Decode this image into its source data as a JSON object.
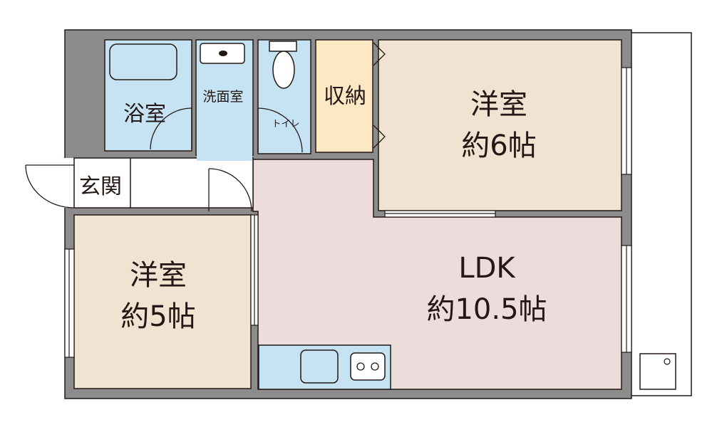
{
  "rooms": {
    "bath": "浴室",
    "washroom": "洗面室",
    "toilet": "トイレ",
    "storage": "収納",
    "western_6_name": "洋室",
    "western_6_size": "約6帖",
    "entrance": "玄関",
    "western_5_name": "洋室",
    "western_5_size": "約5帖",
    "ldk_name": "LDK",
    "ldk_size": "約10.5帖"
  },
  "colors": {
    "wall": "#8c8c8c",
    "bath_area": "#c5e3f3",
    "storage": "#fde8c4",
    "western_room": "#f0e3d2",
    "ldk": "#ecdcdc",
    "line": "#231815"
  }
}
